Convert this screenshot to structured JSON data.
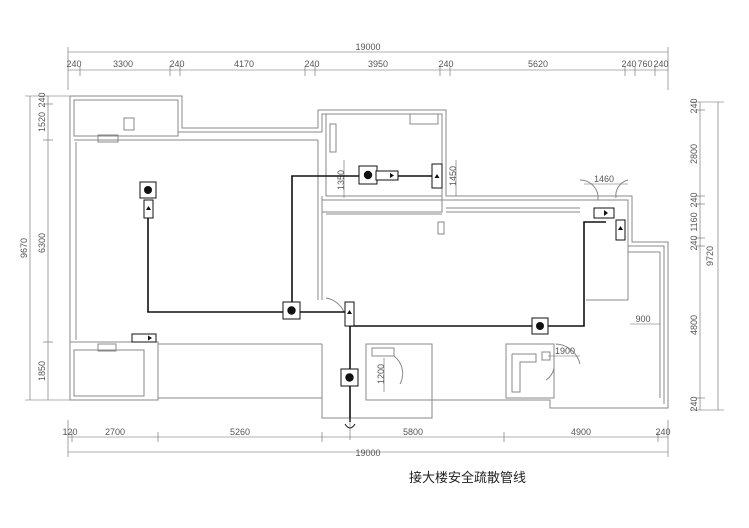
{
  "dimensions": {
    "top_total": "19000",
    "top_segments": [
      "240",
      "3300",
      "240",
      "4170",
      "240",
      "3950",
      "240",
      "5620",
      "240",
      "760",
      "240"
    ],
    "bottom_total": "19000",
    "bottom_segments": [
      "120",
      "2700",
      "5260",
      "5800",
      "4900",
      "240"
    ],
    "left_outer": "9670",
    "left_segments": [
      "240",
      "1520",
      "6300",
      "1850"
    ],
    "right_outer": "9720",
    "right_segments": [
      "240",
      "2800",
      "240",
      "1160",
      "240",
      "4800",
      "240"
    ],
    "inner": [
      "1350",
      "1450",
      "1460",
      "900",
      "1900",
      "1200"
    ]
  },
  "note": "接大楼安全疏散管线",
  "colors": {
    "wall": "#888888",
    "pipe": "#111111"
  }
}
